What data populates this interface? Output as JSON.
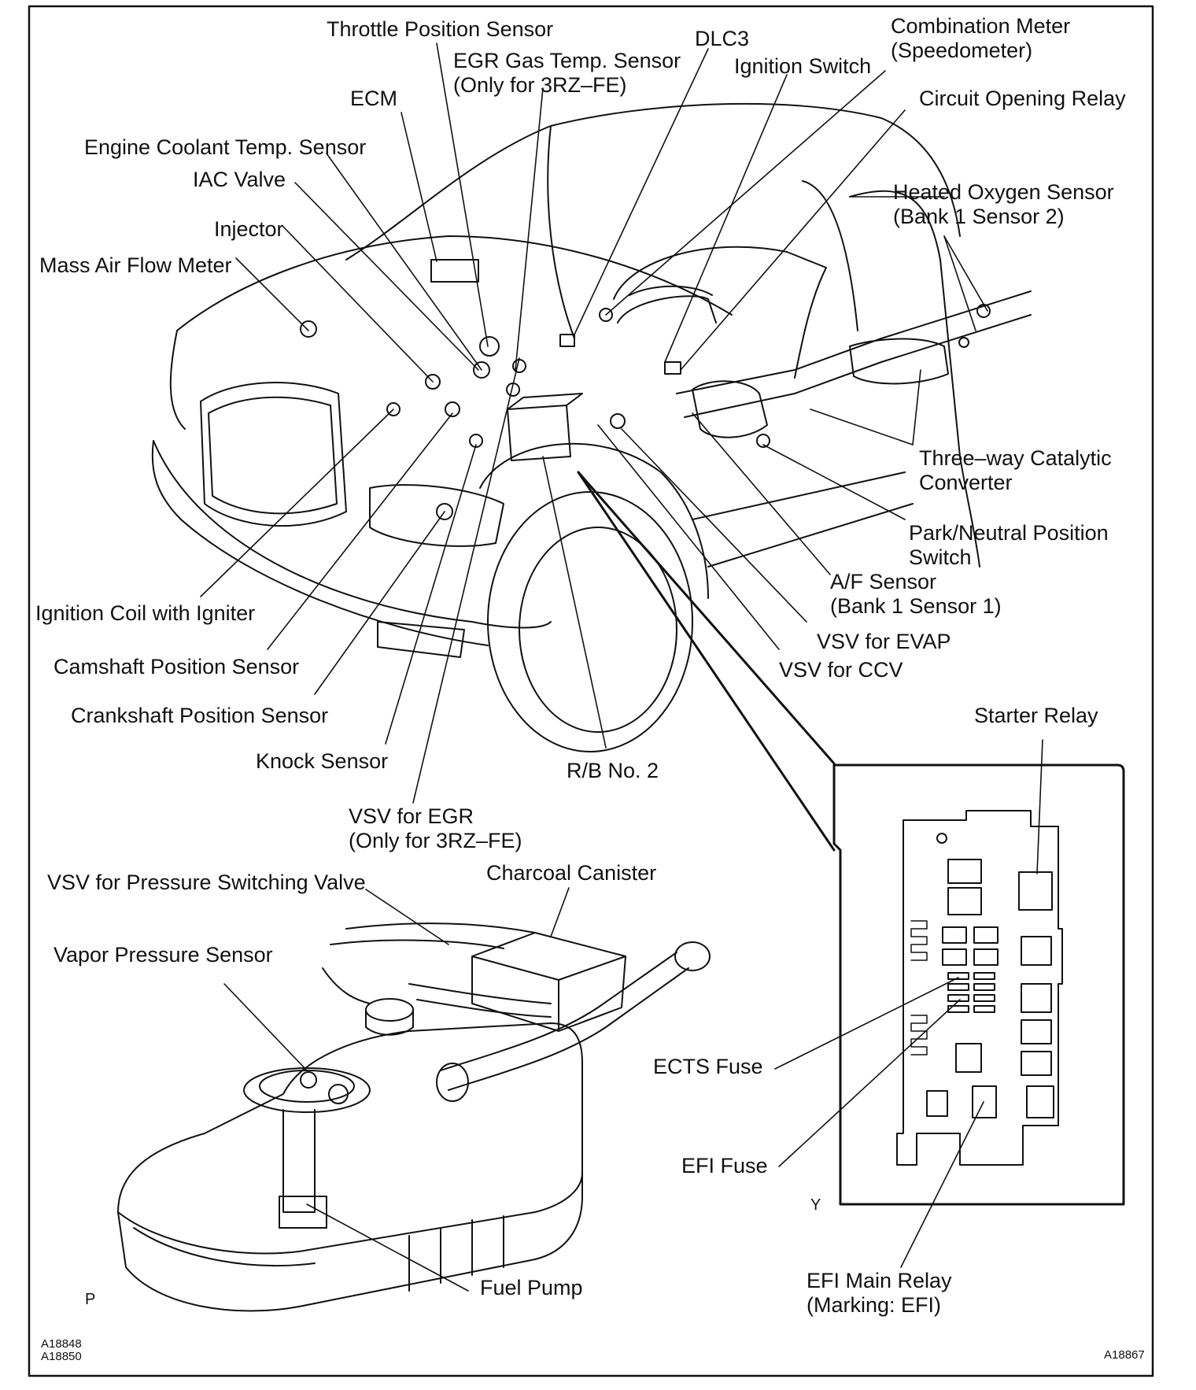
{
  "labels": {
    "throttle_position_sensor": "Throttle Position Sensor",
    "dlc3": "DLC3",
    "combination_meter": "Combination Meter\n(Speedometer)",
    "egr_gas_temp_sensor": "EGR Gas Temp. Sensor\n(Only for 3RZ–FE)",
    "ignition_switch": "Ignition Switch",
    "ecm": "ECM",
    "circuit_opening_relay": "Circuit Opening Relay",
    "engine_coolant_temp_sensor": "Engine Coolant Temp. Sensor",
    "iac_valve": "IAC Valve",
    "heated_oxygen_sensor": "Heated Oxygen Sensor\n(Bank 1 Sensor 2)",
    "injector": "Injector",
    "mass_air_flow_meter": "Mass Air Flow Meter",
    "three_way_catalytic_converter": "Three–way Catalytic\nConverter",
    "park_neutral_position_switch": "Park/Neutral Position\nSwitch",
    "af_sensor": "A/F Sensor\n(Bank 1 Sensor 1)",
    "ignition_coil_with_igniter": "Ignition Coil with Igniter",
    "vsv_for_evap": "VSV for EVAP",
    "camshaft_position_sensor": "Camshaft Position Sensor",
    "vsv_for_ccv": "VSV for CCV",
    "crankshaft_position_sensor": "Crankshaft Position Sensor",
    "starter_relay": "Starter Relay",
    "knock_sensor": "Knock Sensor",
    "rb_no2": "R/B No. 2",
    "vsv_for_egr": "VSV for EGR\n(Only for 3RZ–FE)",
    "charcoal_canister": "Charcoal Canister",
    "vsv_for_pressure_switching_valve": "VSV for Pressure Switching Valve",
    "vapor_pressure_sensor": "Vapor Pressure Sensor",
    "ects_fuse": "ECTS Fuse",
    "efi_fuse": "EFI Fuse",
    "fuel_pump": "Fuel Pump",
    "efi_main_relay": "EFI Main Relay\n(Marking: EFI)"
  },
  "view_tags": {
    "y": "Y",
    "p": "P"
  },
  "figure_ids": {
    "left": "A18848\nA18850",
    "right": "A18867"
  }
}
